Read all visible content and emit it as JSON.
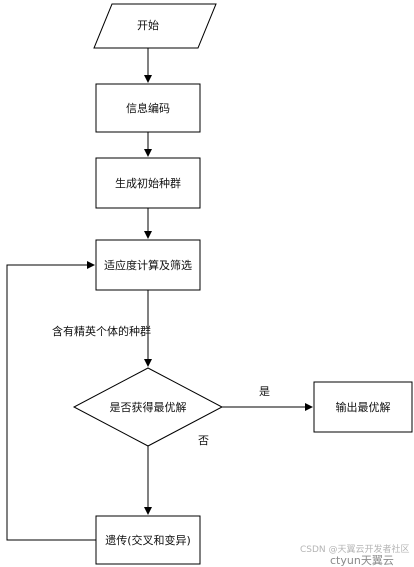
{
  "diagram": {
    "nodes": {
      "start": "开始",
      "encode": "信息编码",
      "init_population": "生成初始种群",
      "fitness": "适应度计算及筛选",
      "decision": "是否获得最优解",
      "output": "输出最优解",
      "genetic": "遗传(交叉和变异)"
    },
    "edge_labels": {
      "elite_population": "含有精英个体的种群",
      "yes": "是",
      "no": "否"
    }
  },
  "watermark": {
    "platform": "CSDN @天翼云开发者社区",
    "brand": "ctyun天翼云"
  },
  "colors": {
    "line": "#000000",
    "fill": "#ffffff",
    "text": "#111111"
  }
}
